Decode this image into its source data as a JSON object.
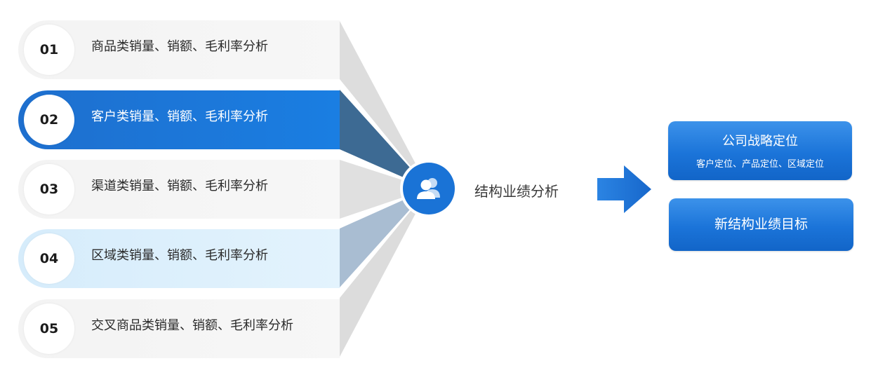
{
  "items": [
    {
      "num": "01",
      "label": "商品类销量、销额、毛利率分析",
      "style": "plain"
    },
    {
      "num": "02",
      "label": "客户类销量、销额、毛利率分析",
      "style": "active"
    },
    {
      "num": "03",
      "label": "渠道类销量、销额、毛利率分析",
      "style": "plain"
    },
    {
      "num": "04",
      "label": "区域类销量、销额、毛利率分析",
      "style": "light"
    },
    {
      "num": "05",
      "label": "交叉商品类销量、销额、毛利率分析",
      "style": "plain"
    }
  ],
  "hub": {
    "icon": "users-icon",
    "label": "结构业绩分析"
  },
  "results": {
    "box1": {
      "title": "公司战略定位",
      "subtitle": "客户定位、产品定位、区域定位"
    },
    "box2": {
      "title": "新结构业绩目标"
    }
  },
  "colors": {
    "accent_blue": "#1a73d6",
    "dark_wedge": "#3d6a93",
    "light_wedge": "#a9bdd2",
    "gray_wedge": "#dcdcdc"
  }
}
